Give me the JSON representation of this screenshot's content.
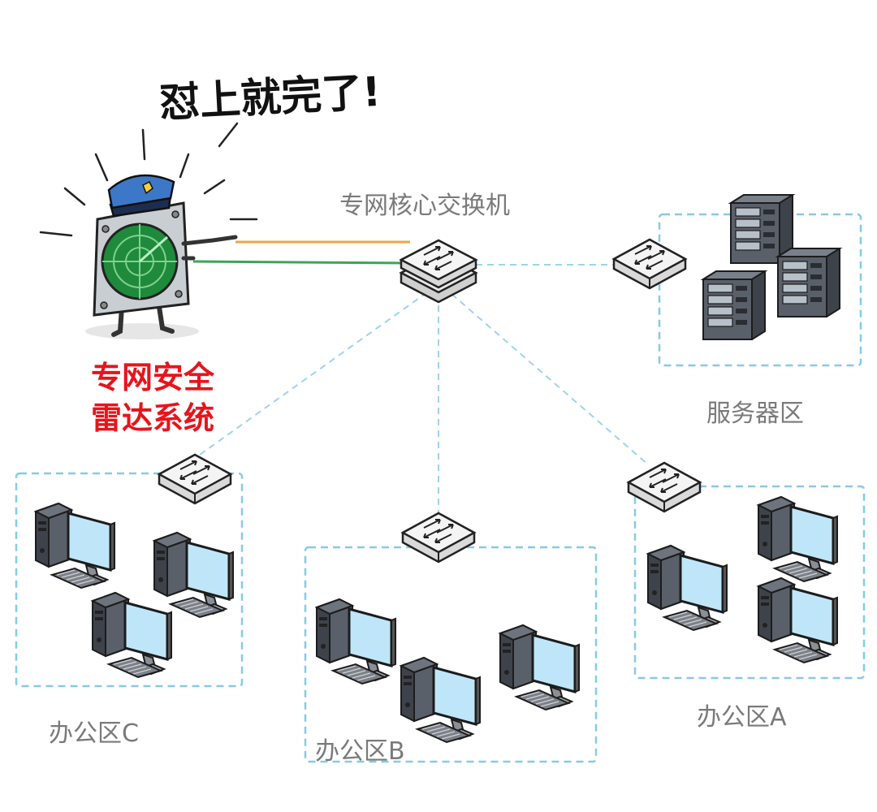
{
  "radar": {
    "shout": "怼上就完了!",
    "title_line1": "专网安全",
    "title_line2": "雷达系统"
  },
  "core_switch": {
    "label": "专网核心交换机"
  },
  "zones": {
    "server": {
      "label": "服务器区"
    },
    "office_a": {
      "label": "办公区A"
    },
    "office_b": {
      "label": "办公区B"
    },
    "office_c": {
      "label": "办公区C"
    }
  },
  "colors": {
    "radar_title": "#e8141c",
    "zone_border": "#86cbe6",
    "link_line": "#9fd3ea",
    "beam_orange": "#f0a540",
    "beam_green": "#3aa655",
    "monitor_screen": "#bfe6f8",
    "device_body": "#4a4f58"
  }
}
